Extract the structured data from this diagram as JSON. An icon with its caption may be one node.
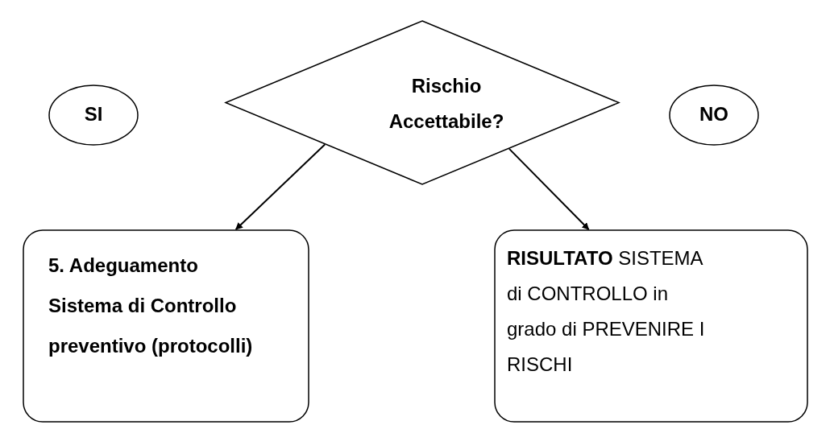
{
  "diagram": {
    "nodes": [
      {
        "text": [
          "Rischio Accettabile?"
        ]
      },
      {
        "text": [
          "SI"
        ]
      },
      {
        "text": [
          "NO"
        ]
      },
      {
        "text": [
          "5. Adeguamento Sistema di Controllo preventivo (protocolli)"
        ]
      },
      {
        "text": [
          "**RISULTATO** SISTEMA di CONTROLLO in grado di PREVENIRE I RISCHI"
        ]
      }
    ],
    "edges": [
      {
        "from": 0,
        "to": 3,
        "arrow": "to"
      },
      {
        "from": 0,
        "to": 4,
        "arrow": "to"
      }
    ]
  }
}
